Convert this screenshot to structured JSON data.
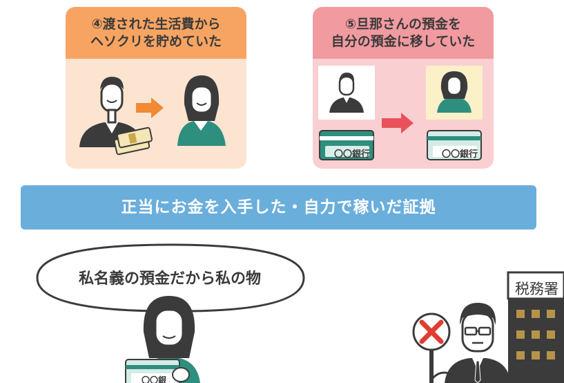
{
  "card4": {
    "line1": "④渡された生活費から",
    "line2": "ヘソクリを貯めていた"
  },
  "card5": {
    "line1": "⑤旦那さんの預金を",
    "line2": "自分の預金に移していた"
  },
  "bank_left": "〇〇銀行",
  "bank_right": "〇〇銀行",
  "bank_bottom": "〇〇銀",
  "banner": "正当にお金を入手した・自力で稼いだ証拠",
  "speech": "私名義の預金だから私の物",
  "tax_office": "税務署",
  "colors": {
    "card4_header": "#f7a463",
    "card4_body": "#fde4d0",
    "card5_header": "#f19aa0",
    "card5_body": "#f9cfd2",
    "banner": "#6aaedc",
    "arrow_orange": "#f08a34",
    "arrow_red": "#e9525b",
    "bank_card_green": "#2f8f7f",
    "prohibit_red": "#e03c31"
  },
  "icons": [
    "man-icon",
    "woman-icon",
    "cash-stack-icon",
    "bank-card-icon",
    "arrow-right-icon",
    "speech-bubble-icon",
    "tax-officer-icon",
    "prohibit-sign-icon",
    "building-icon"
  ]
}
